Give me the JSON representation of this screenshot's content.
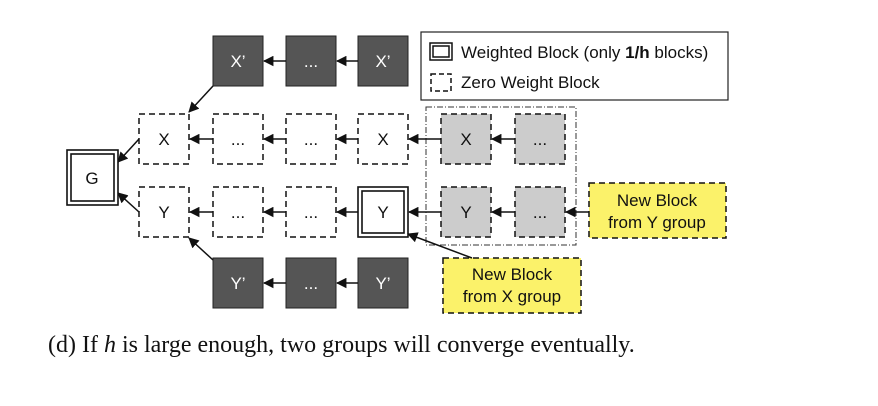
{
  "legend": {
    "weighted_prefix": "Weighted Block (only ",
    "weighted_bold": "1/h",
    "weighted_suffix": " blocks)",
    "zero": "Zero Weight Block"
  },
  "blocks": {
    "g": "G",
    "x": "X",
    "y": "Y",
    "x_prime": "X’",
    "y_prime": "Y’",
    "ellipsis": "..."
  },
  "notes": {
    "y_group": [
      "New Block",
      "from Y group"
    ],
    "x_group": [
      "New Block",
      "from X group"
    ]
  },
  "caption": {
    "prefix": "(d) If ",
    "var": "h",
    "suffix": " is large enough, two groups will converge eventually."
  },
  "colors": {
    "dark_block": "#555555",
    "light_block": "#cccccc",
    "note_fill": "#fbf26a"
  }
}
